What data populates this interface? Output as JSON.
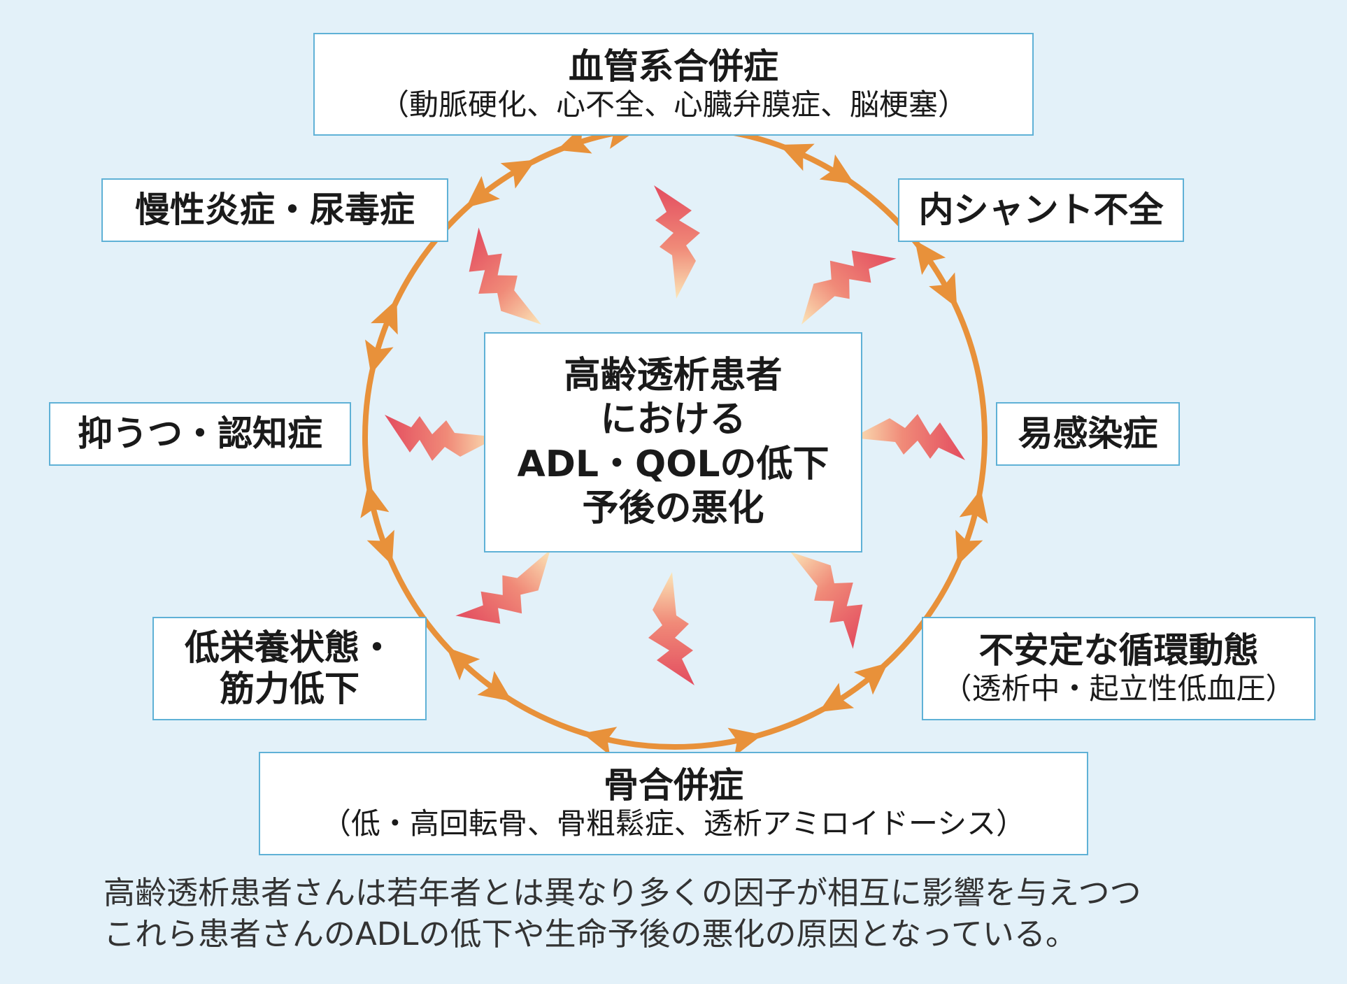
{
  "colors": {
    "background": "#e3f1f9",
    "box_border": "#5fb1d6",
    "cycle_arrow": "#e8913a",
    "bolt_top": "#e34c5f",
    "bolt_bottom": "#fbe6b8"
  },
  "center": {
    "lines": [
      "高齢透析患者",
      "における",
      "ADL・QOLの低下",
      "予後の悪化"
    ]
  },
  "factors": {
    "vascular": {
      "title": "血管系合併症",
      "sub": "（動脈硬化、心不全、心臓弁膜症、脳梗塞）"
    },
    "shunt": {
      "title": "内シャント不全"
    },
    "infection": {
      "title": "易感染症"
    },
    "hemodynamics": {
      "title": "不安定な循環動態",
      "sub": "（透析中・起立性低血圧）"
    },
    "bone": {
      "title": "骨合併症",
      "sub": "（低・高回転骨、骨粗鬆症、透析アミロイドーシス）"
    },
    "nutrition": {
      "title_lines": [
        "低栄養状態・",
        "筋力低下"
      ]
    },
    "depression": {
      "title": "抑うつ・認知症"
    },
    "inflammation": {
      "title": "慢性炎症・尿毒症"
    }
  },
  "caption": {
    "lines": [
      "高齢透析患者さんは若年者とは異なり多くの因子が相互に影響を与えつつ",
      "これら患者さんのADLの低下や生命予後の悪化の原因となっている。"
    ]
  },
  "icons": {
    "cycle": "double-arrowhead",
    "impact": "lightning-bolt-icon"
  }
}
